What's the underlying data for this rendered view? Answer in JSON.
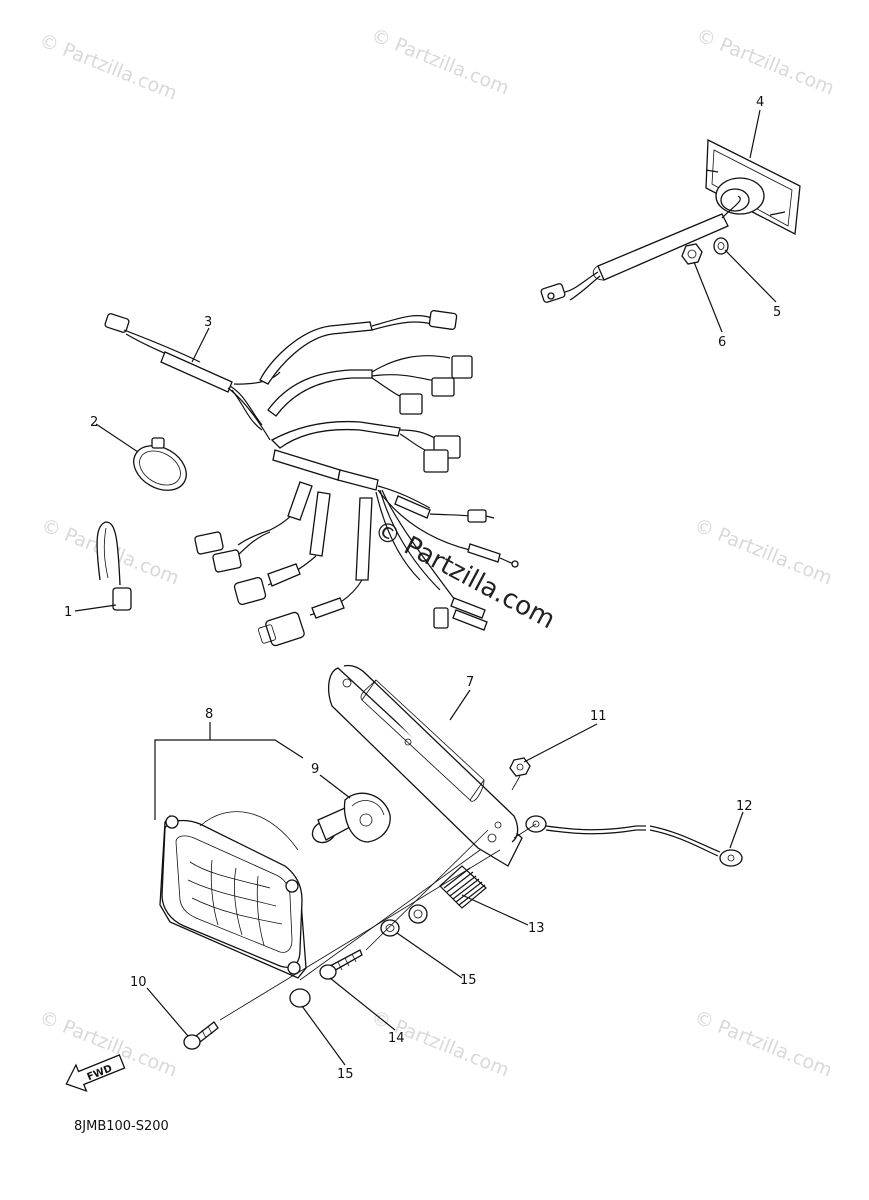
{
  "watermark": {
    "text": "© Partzilla.com",
    "center_text": "© Partzilla.com"
  },
  "callouts": {
    "c1": "1",
    "c2": "2",
    "c3": "3",
    "c4": "4",
    "c5": "5",
    "c6": "6",
    "c7": "7",
    "c8": "8",
    "c9": "9",
    "c10": "10",
    "c11": "11",
    "c12": "12",
    "c13": "13",
    "c14": "14",
    "c15a": "15",
    "c15b": "15"
  },
  "fwd_label": "FWD",
  "diagram_code": "8JMB100-S200"
}
